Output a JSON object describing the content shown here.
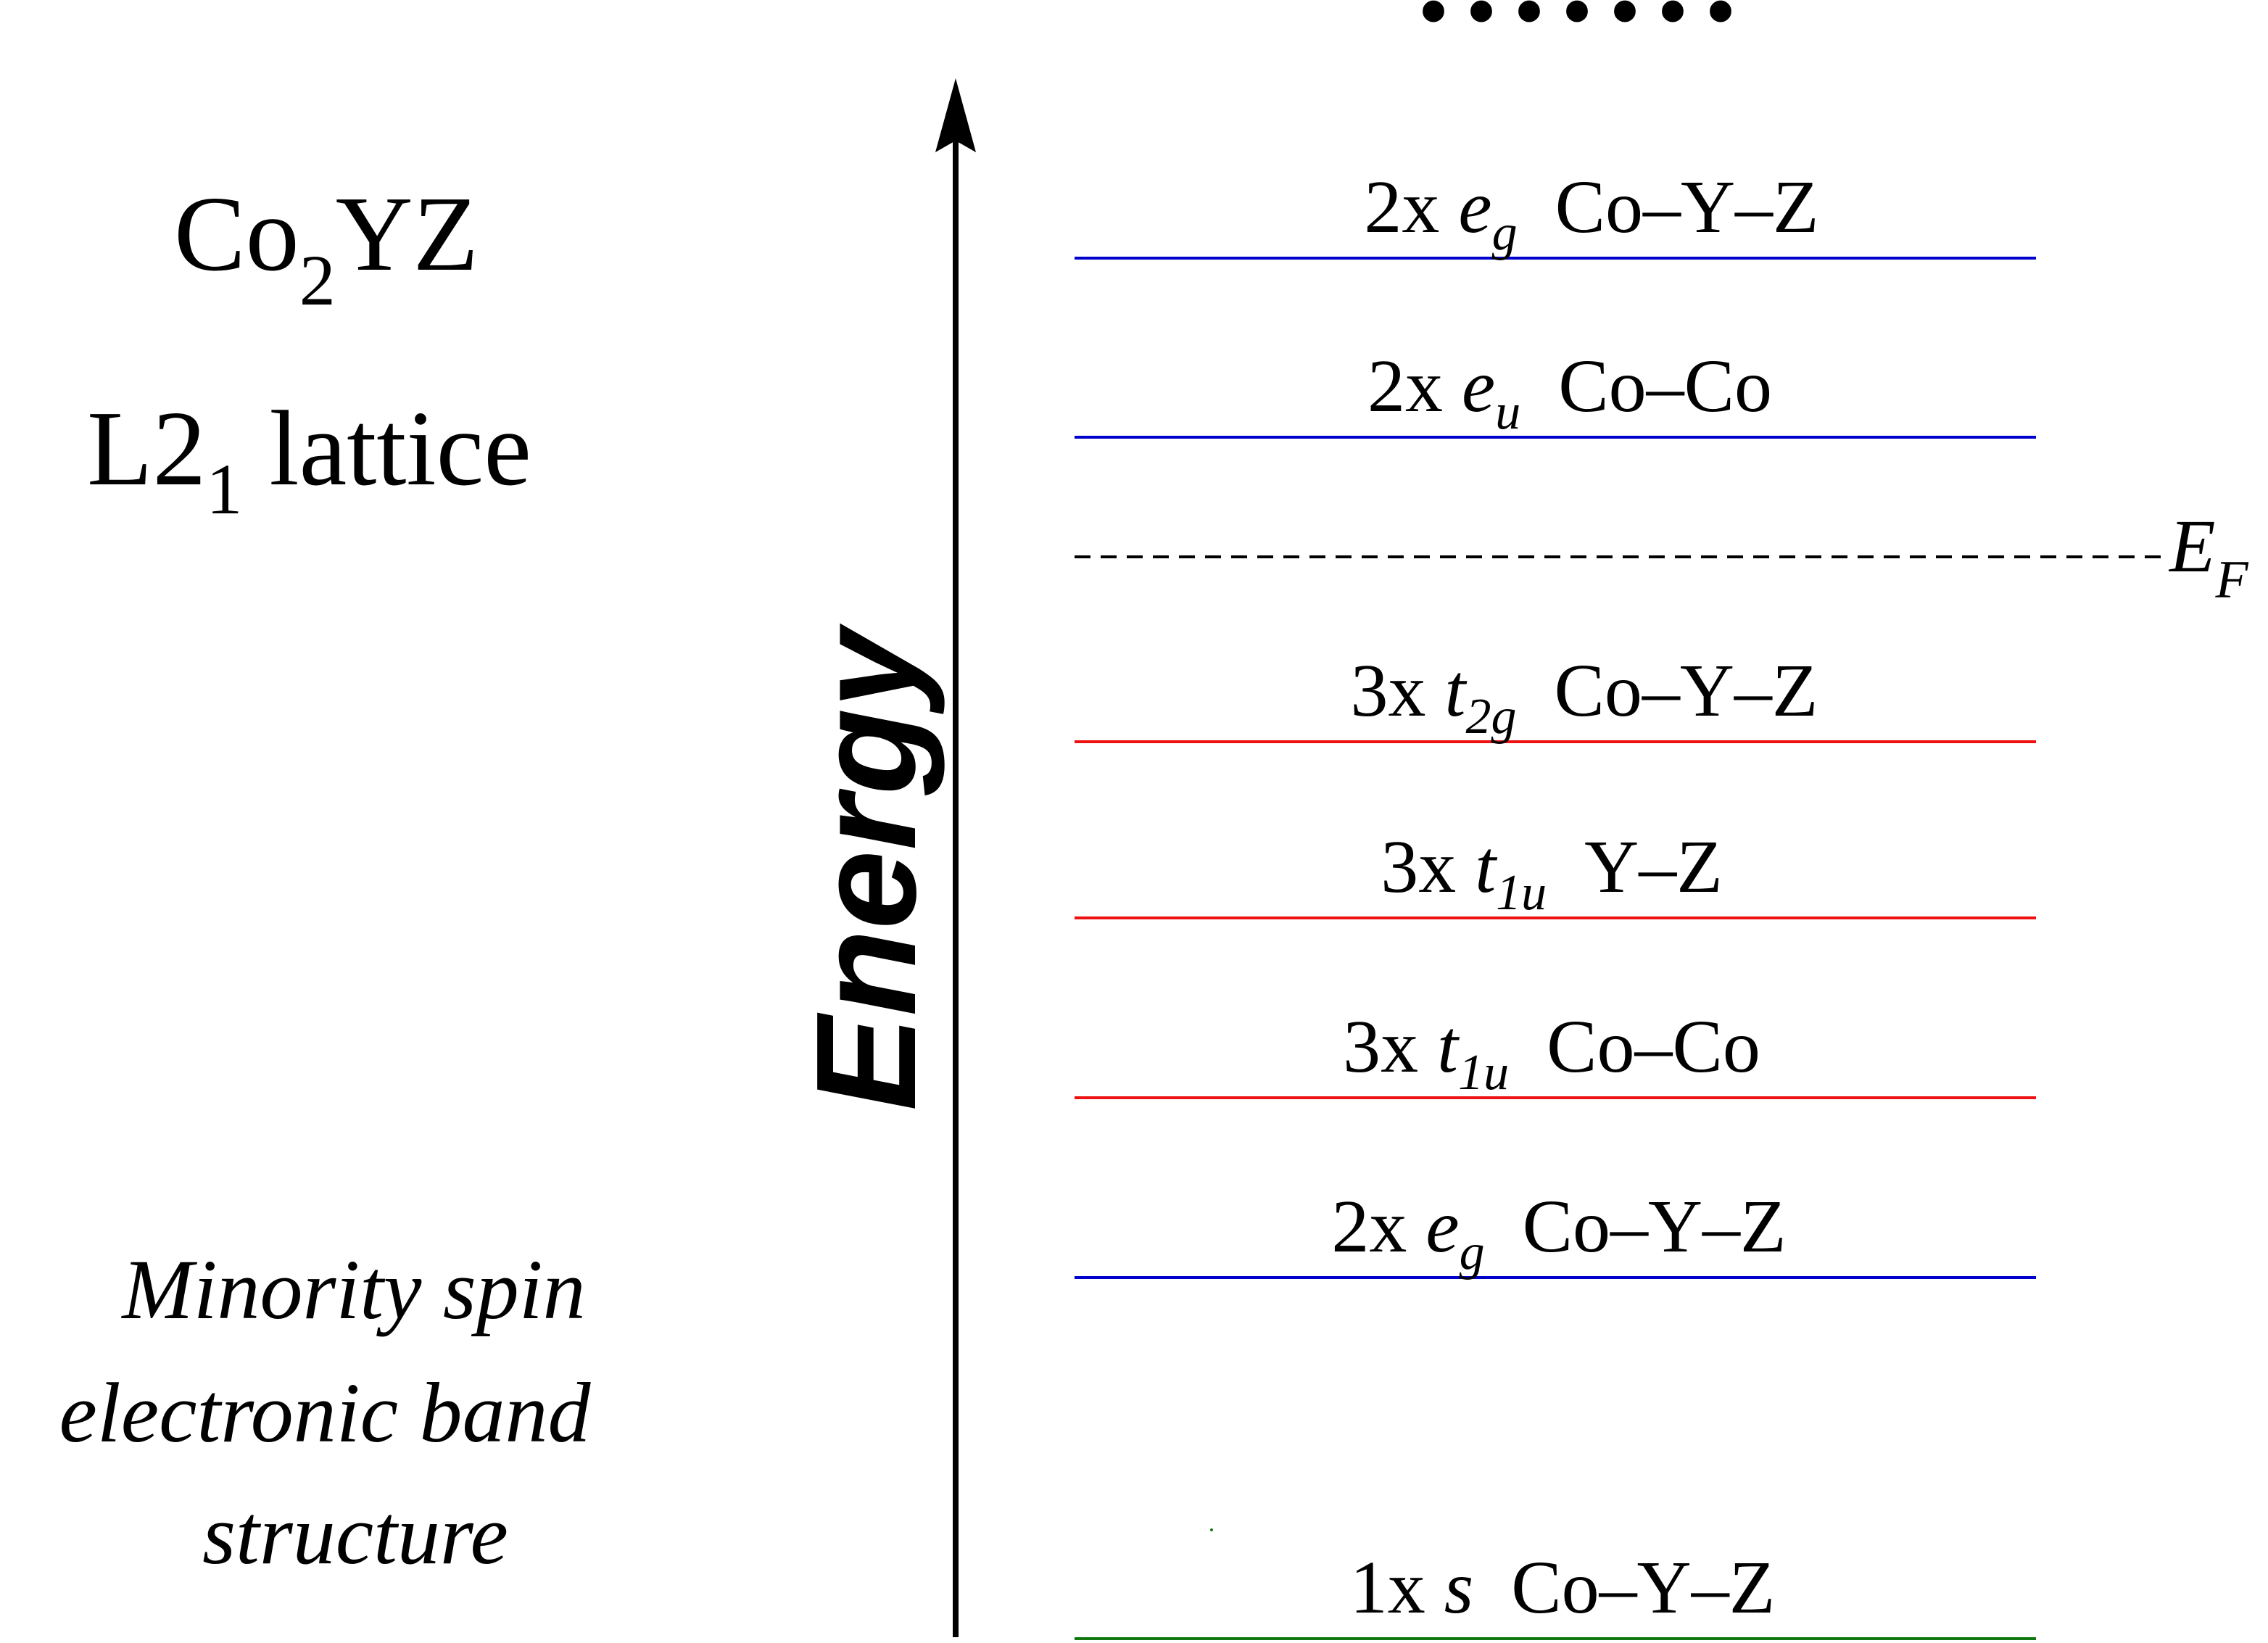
{
  "compound": {
    "base": "Co",
    "subscript": "2",
    "rest": "YZ"
  },
  "lattice": {
    "base": "L2",
    "subscript": "1",
    "rest": " lattice"
  },
  "description_lines": [
    "Minority spin",
    "electronic band",
    "structure"
  ],
  "axis": {
    "label": "Energy"
  },
  "ellipsis": "• • • • • • •",
  "fermi": {
    "symbol": "E",
    "subscript": "F"
  },
  "colors": {
    "e_levels": "#0000cc",
    "t_levels": "#ee1111",
    "s_level": "#117711",
    "fermi_line": "#000000",
    "axis": "#000000"
  },
  "levels": [
    {
      "multiplicity": "2x",
      "symbol": "e",
      "subscript": "g",
      "bonding": "Co–Y–Z",
      "kind": "e"
    },
    {
      "multiplicity": "2x",
      "symbol": "e",
      "subscript": "u",
      "bonding": "Co–Co",
      "kind": "e"
    },
    {
      "multiplicity": "3x",
      "symbol": "t",
      "subscript": "2g",
      "bonding": "Co–Y–Z",
      "kind": "t"
    },
    {
      "multiplicity": "3x",
      "symbol": "t",
      "subscript": "1u",
      "bonding": "Y–Z",
      "kind": "t"
    },
    {
      "multiplicity": "3x",
      "symbol": "t",
      "subscript": "1u",
      "bonding": "Co–Co",
      "kind": "t"
    },
    {
      "multiplicity": "2x",
      "symbol": "e",
      "subscript": "g",
      "bonding": "Co–Y–Z",
      "kind": "e"
    },
    {
      "multiplicity": "1x",
      "symbol": "s",
      "subscript": "",
      "bonding": "Co–Y–Z",
      "kind": "s"
    }
  ]
}
